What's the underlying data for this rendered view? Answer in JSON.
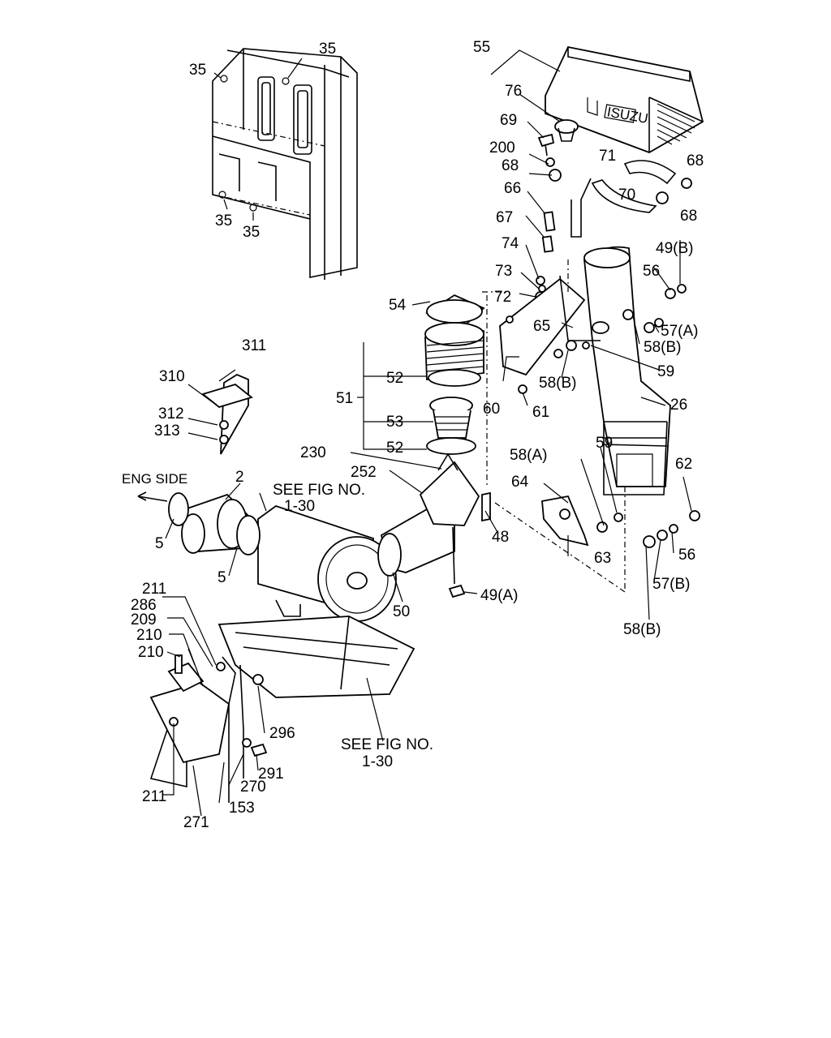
{
  "labels": {
    "p35a": "35",
    "p35b": "35",
    "p35c": "35",
    "p35d": "35",
    "p55": "55",
    "p76": "76",
    "p69": "69",
    "p200": "200",
    "p68a": "68",
    "p71": "71",
    "p68b": "68",
    "p70": "70",
    "p68c": "68",
    "p66": "66",
    "p67": "67",
    "p74": "74",
    "p49b": "49(B)",
    "p56a": "56",
    "p73": "73",
    "p72": "72",
    "p54": "54",
    "p65": "65",
    "p57a": "57(A)",
    "p58b1": "58(B)",
    "p311": "311",
    "p310": "310",
    "p52a": "52",
    "p58b2": "58(B)",
    "p59a": "59",
    "p51": "51",
    "p60": "60",
    "p61": "61",
    "p26": "26",
    "p312": "312",
    "p313": "313",
    "p53": "53",
    "p52b": "52",
    "p230": "230",
    "p58a": "58(A)",
    "p59b": "59",
    "p62": "62",
    "p252": "252",
    "p2": "2",
    "seefig1a": "SEE FIG NO.",
    "seefig1b": "1-30",
    "p64": "64",
    "p48": "48",
    "p5a": "5",
    "p56b": "56",
    "p63": "63",
    "p5b": "5",
    "p57b": "57(B)",
    "p49a": "49(A)",
    "p50": "50",
    "p211a": "211",
    "p286": "286",
    "p58b3": "58(B)",
    "p209": "209",
    "p210a": "210",
    "p210b": "210",
    "p296": "296",
    "seefig2a": "SEE FIG NO.",
    "seefig2b": "1-30",
    "p291": "291",
    "p270": "270",
    "p211b": "211",
    "p153": "153",
    "p271": "271"
  },
  "eng_side": "ENG SIDE",
  "badge": "ISUZU"
}
